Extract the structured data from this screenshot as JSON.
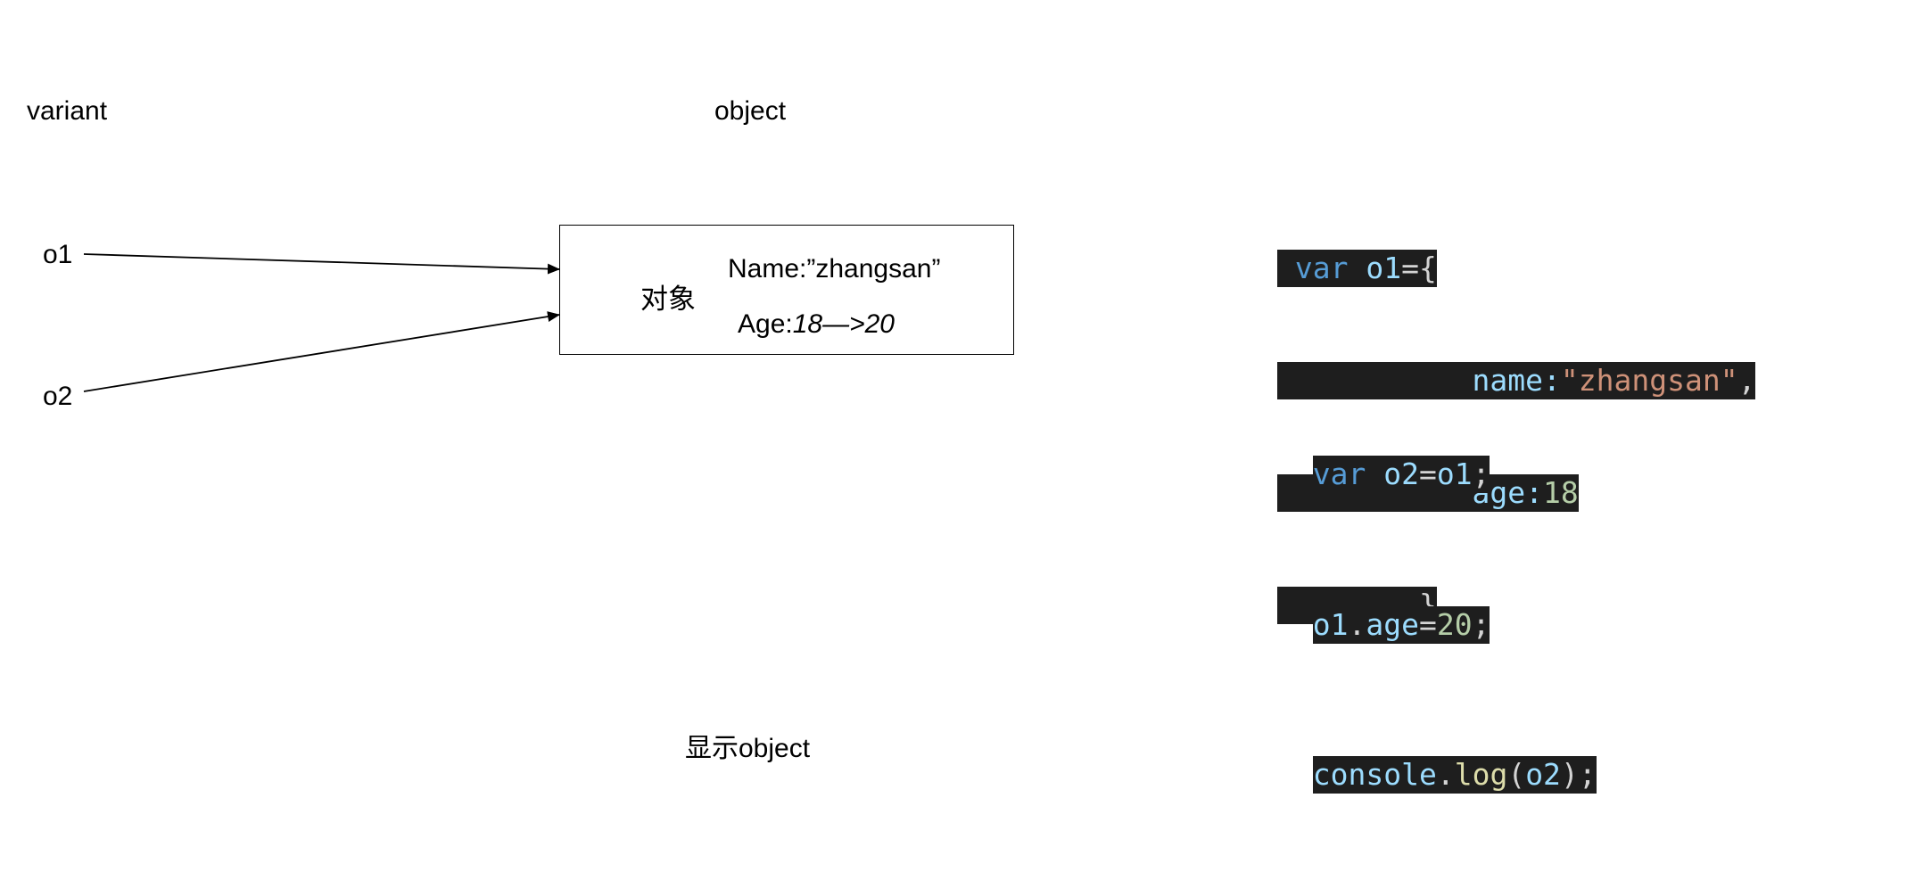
{
  "headers": {
    "variant": "variant",
    "object": "object"
  },
  "variables": {
    "o1": "o1",
    "o2": "o2"
  },
  "object_box": {
    "title": "对象",
    "name_line": "Name:”zhangsan”",
    "age_label": "Age:",
    "age_value": "18—>20"
  },
  "caption": "显示object",
  "code": {
    "block1": {
      "line1_indent": " ",
      "line1_kw": "var",
      "line1_var": "o1",
      "line1_punct": "={",
      "line2_indent": "           ",
      "line2_key": "name:",
      "line2_str": "\"zhangsan\"",
      "line2_punct": ",",
      "line3_indent": "           ",
      "line3_key": "age:",
      "line3_num": "18",
      "line4_indent": "        ",
      "line4_punct": "}"
    },
    "block2": {
      "kw": "var",
      "space": " ",
      "var": "o2",
      "eq": "=",
      "rhs": "o1",
      "end": ";"
    },
    "block3": {
      "obj": "o1",
      "dot": ".",
      "prop": "age",
      "eq": "=",
      "num": "20",
      "end": ";"
    },
    "block4": {
      "obj": "console",
      "dot": ".",
      "fn": "log",
      "open": "(",
      "arg": "o2",
      "close": ")",
      "end": ";"
    }
  },
  "colors": {
    "code_background": "#1e1e1e",
    "keyword": "#569cd6",
    "variable": "#9cdcfe",
    "string": "#ce9178",
    "number": "#b5cea8",
    "function": "#dcdcaa",
    "punctuation": "#d4d4d4"
  }
}
